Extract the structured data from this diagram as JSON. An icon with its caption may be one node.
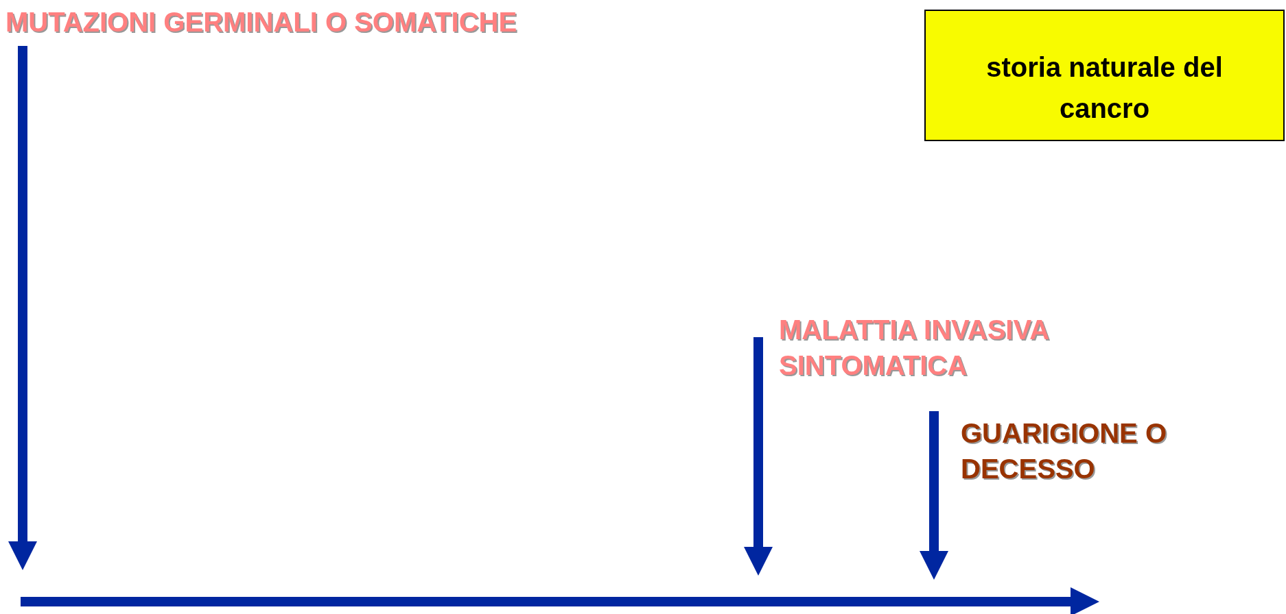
{
  "diagram": {
    "nodes": [
      {
        "text": [
          "storia naturale del cancro"
        ]
      },
      {
        "text": [
          "MUTAZIONI GERMINALI O SOMATICHE"
        ]
      },
      {
        "text": [
          "MALATTIA INVASIVA SINTOMATICA"
        ]
      },
      {
        "text": [
          "GUARIGIONE O DECESSO"
        ]
      }
    ],
    "edges": [
      {
        "from": 1,
        "to": null,
        "arrow": "to"
      },
      {
        "from": 2,
        "to": null,
        "arrow": "to"
      },
      {
        "from": 3,
        "to": null,
        "arrow": "to"
      }
    ]
  }
}
